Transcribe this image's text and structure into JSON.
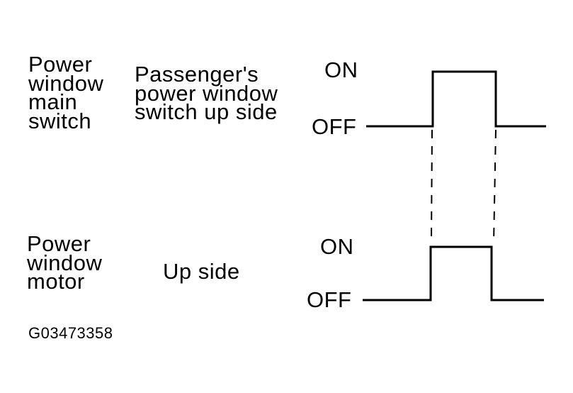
{
  "main_switch": {
    "component_lines": [
      "Power",
      "window",
      "main",
      "switch"
    ],
    "signal_lines": [
      "Passenger's",
      "power window",
      "switch up side"
    ],
    "state_on": "ON",
    "state_off": "OFF",
    "waveform_levels": [
      "OFF",
      "ON",
      "OFF"
    ]
  },
  "motor": {
    "component_lines": [
      "Power",
      "window",
      "motor"
    ],
    "signal_lines": [
      "Up side"
    ],
    "state_on": "ON",
    "state_off": "OFF",
    "waveform_levels": [
      "OFF",
      "ON",
      "OFF"
    ]
  },
  "figure_code": "G03473358",
  "colors": {
    "ink": "#000000",
    "background": "#ffffff"
  }
}
